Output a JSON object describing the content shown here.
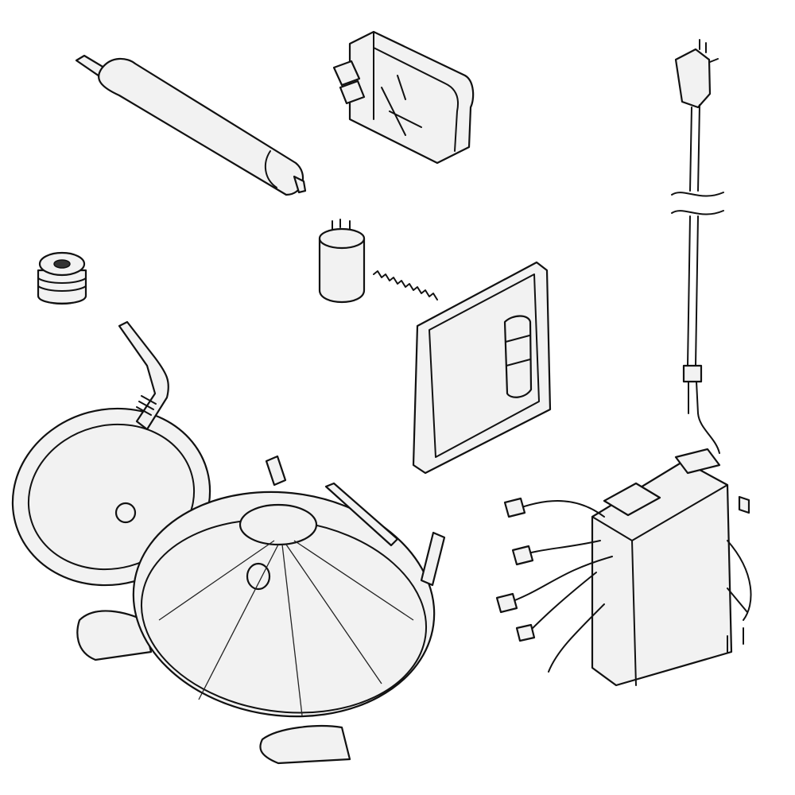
{
  "diagram": {
    "type": "exploded-parts-illustration",
    "parts": [
      {
        "id": "filter-drier"
      },
      {
        "id": "start-relay"
      },
      {
        "id": "power-cord"
      },
      {
        "id": "grommet"
      },
      {
        "id": "capacitor"
      },
      {
        "id": "spring-clip"
      },
      {
        "id": "cover-plate"
      },
      {
        "id": "compressor"
      },
      {
        "id": "control-box-harness"
      }
    ],
    "colors": {
      "line": "#111111",
      "fill": "#f2f2f2",
      "background": "#ffffff"
    }
  }
}
